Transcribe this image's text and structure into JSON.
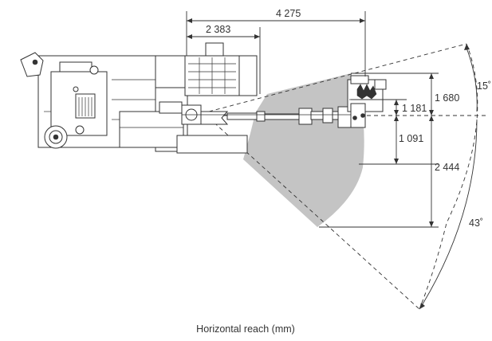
{
  "caption": "Horizontal reach (mm)",
  "dimensions": {
    "reach_max": "4 275",
    "reach_min": "2 383",
    "height_top": "1 680",
    "height_upper": "1 181",
    "depth_lower": "1 091",
    "depth_max": "2 444"
  },
  "angles": {
    "upper": "15˚",
    "lower": "43˚"
  },
  "colors": {
    "reach_zone": "#c4c4c4",
    "line": "#333333"
  }
}
